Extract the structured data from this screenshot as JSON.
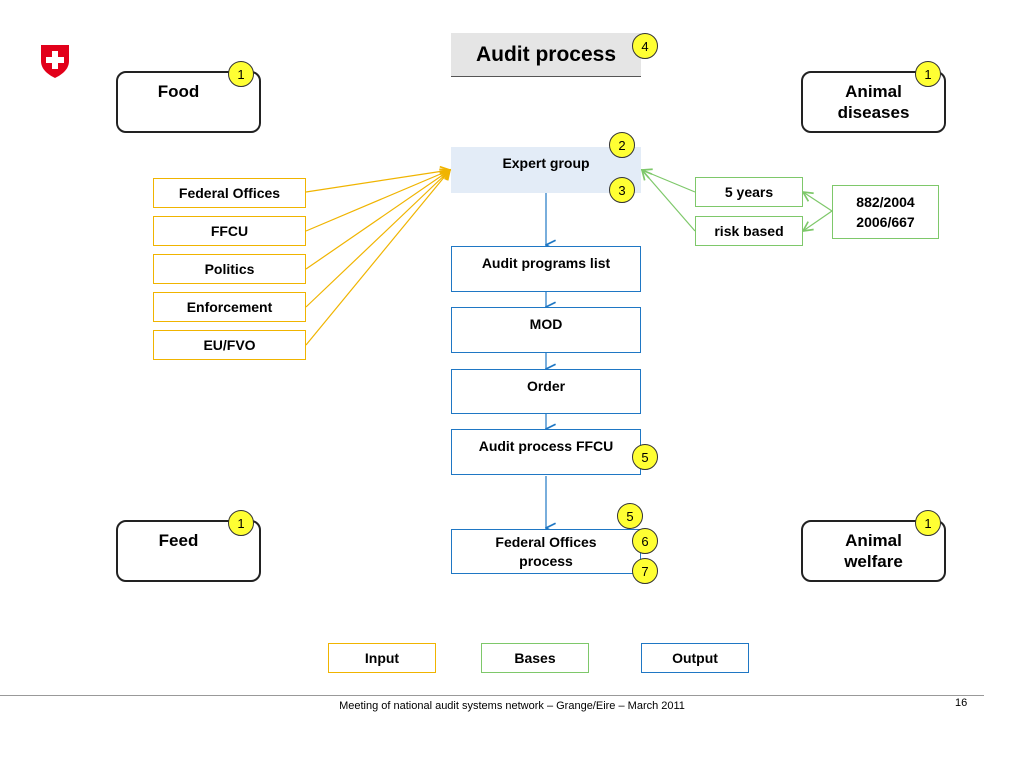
{
  "title": "Audit process",
  "corners": {
    "food": "Food",
    "animal_diseases": "Animal\ndiseases",
    "feed": "Feed",
    "animal_welfare": "Animal\nwelfare"
  },
  "inputs": [
    "Federal Offices",
    "FFCU",
    "Politics",
    "Enforcement",
    "EU/FVO"
  ],
  "flow": {
    "expert_group": "Expert group",
    "audit_programs_list": "Audit programs list",
    "mod": "MOD",
    "order": "Order",
    "audit_process_ffcu": "Audit process FFCU",
    "federal_offices_process": "Federal Offices\nprocess"
  },
  "bases": {
    "five_years": "5 years",
    "risk_based": "risk based",
    "regulations": "882/2004\n2006/667"
  },
  "badges": {
    "title": "4",
    "food": "1",
    "animal_diseases": "1",
    "feed": "1",
    "animal_welfare": "1",
    "expert_a": "2",
    "expert_b": "3",
    "ffcu": "5",
    "fo_a": "5",
    "fo_b": "6",
    "fo_c": "7"
  },
  "legend": {
    "input": "Input",
    "bases": "Bases",
    "output": "Output"
  },
  "colors": {
    "input": "#f0b400",
    "bases": "#7ec86a",
    "output": "#1f77c4",
    "badge": "#ffff33"
  },
  "footer": {
    "text": "Meeting of national audit systems network – Grange/Eire – March 2011",
    "page": "16"
  }
}
